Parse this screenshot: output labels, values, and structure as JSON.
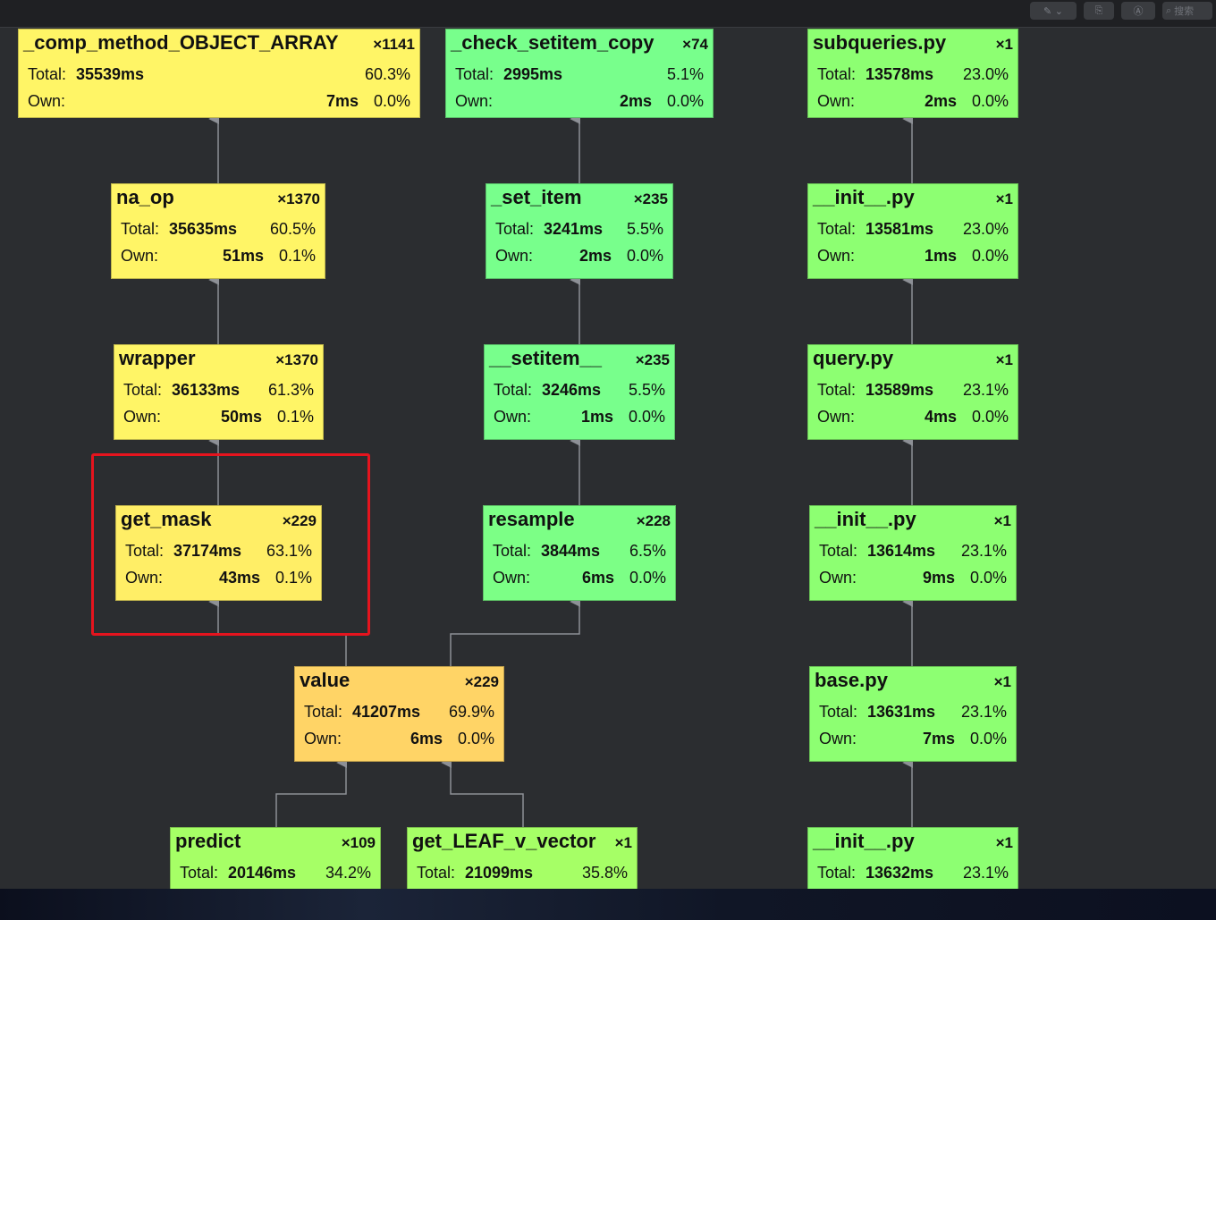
{
  "toolbar": {
    "search_placeholder": "搜索"
  },
  "nodes": [
    {
      "id": "comp",
      "name": "_comp_method_OBJECT_ARRAY",
      "count": "×1141",
      "total_ms": "35539ms",
      "total_pct": "60.3%",
      "own_ms": "7ms",
      "own_pct": "0.0%",
      "color": "#fff566"
    },
    {
      "id": "chk",
      "name": "_check_setitem_copy",
      "count": "×74",
      "total_ms": "2995ms",
      "total_pct": "5.1%",
      "own_ms": "2ms",
      "own_pct": "0.0%",
      "color": "#78ff8c"
    },
    {
      "id": "subq",
      "name": "subqueries.py",
      "count": "×1",
      "total_ms": "13578ms",
      "total_pct": "23.0%",
      "own_ms": "2ms",
      "own_pct": "0.0%",
      "color": "#8dff72"
    },
    {
      "id": "naop",
      "name": "na_op",
      "count": "×1370",
      "total_ms": "35635ms",
      "total_pct": "60.5%",
      "own_ms": "51ms",
      "own_pct": "0.1%",
      "color": "#fff566"
    },
    {
      "id": "setitem1",
      "name": "_set_item",
      "count": "×235",
      "total_ms": "3241ms",
      "total_pct": "5.5%",
      "own_ms": "2ms",
      "own_pct": "0.0%",
      "color": "#78ff8c"
    },
    {
      "id": "init1",
      "name": "__init__.py",
      "count": "×1",
      "total_ms": "13581ms",
      "total_pct": "23.0%",
      "own_ms": "1ms",
      "own_pct": "0.0%",
      "color": "#8dff72"
    },
    {
      "id": "wrap",
      "name": "wrapper",
      "count": "×1370",
      "total_ms": "36133ms",
      "total_pct": "61.3%",
      "own_ms": "50ms",
      "own_pct": "0.1%",
      "color": "#fff566"
    },
    {
      "id": "setitem2",
      "name": "__setitem__",
      "count": "×235",
      "total_ms": "3246ms",
      "total_pct": "5.5%",
      "own_ms": "1ms",
      "own_pct": "0.0%",
      "color": "#78ff8c"
    },
    {
      "id": "query",
      "name": "query.py",
      "count": "×1",
      "total_ms": "13589ms",
      "total_pct": "23.1%",
      "own_ms": "4ms",
      "own_pct": "0.0%",
      "color": "#8dff72"
    },
    {
      "id": "getmask",
      "name": "get_mask",
      "count": "×229",
      "total_ms": "37174ms",
      "total_pct": "63.1%",
      "own_ms": "43ms",
      "own_pct": "0.1%",
      "color": "#ffee66"
    },
    {
      "id": "resample",
      "name": "resample",
      "count": "×228",
      "total_ms": "3844ms",
      "total_pct": "6.5%",
      "own_ms": "6ms",
      "own_pct": "0.0%",
      "color": "#7cff86"
    },
    {
      "id": "init2",
      "name": "__init__.py",
      "count": "×1",
      "total_ms": "13614ms",
      "total_pct": "23.1%",
      "own_ms": "9ms",
      "own_pct": "0.0%",
      "color": "#8dff72"
    },
    {
      "id": "value",
      "name": "value",
      "count": "×229",
      "total_ms": "41207ms",
      "total_pct": "69.9%",
      "own_ms": "6ms",
      "own_pct": "0.0%",
      "color": "#ffd466"
    },
    {
      "id": "base",
      "name": "base.py",
      "count": "×1",
      "total_ms": "13631ms",
      "total_pct": "23.1%",
      "own_ms": "7ms",
      "own_pct": "0.0%",
      "color": "#8dff72"
    },
    {
      "id": "predict",
      "name": "predict",
      "count": "×109",
      "total_ms": "20146ms",
      "total_pct": "34.2%",
      "own_ms": "",
      "own_pct": "",
      "color": "#a6ff66"
    },
    {
      "id": "getleaf",
      "name": "get_LEAF_v_vector",
      "count": "×1",
      "total_ms": "21099ms",
      "total_pct": "35.8%",
      "own_ms": "",
      "own_pct": "",
      "color": "#a6ff66"
    },
    {
      "id": "init3",
      "name": "__init__.py",
      "count": "×1",
      "total_ms": "13632ms",
      "total_pct": "23.1%",
      "own_ms": "",
      "own_pct": "",
      "color": "#8dff72"
    }
  ],
  "labels": {
    "total": "Total:",
    "own": "Own:"
  }
}
